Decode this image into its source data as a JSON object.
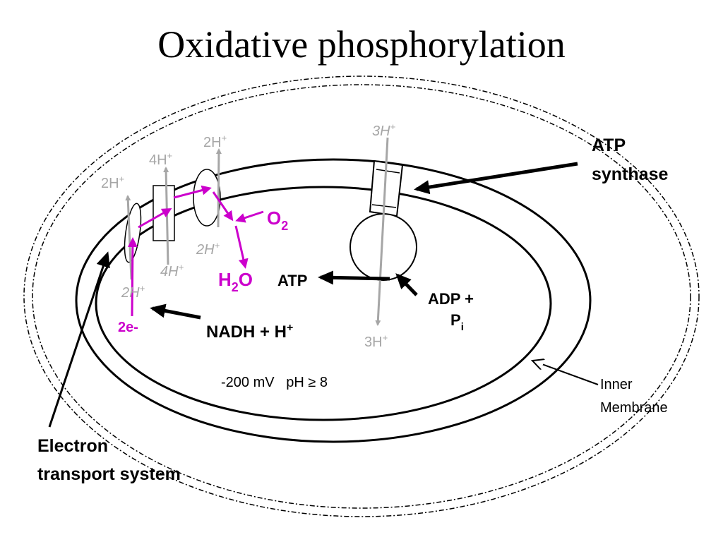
{
  "title": "Oxidative phosphorylation",
  "colors": {
    "electron_path": "#cc00cc",
    "proton_arrow": "#a6a6a6",
    "proton_label": "#a6a6a6",
    "line": "#000000",
    "background": "#ffffff"
  },
  "proton_labels": {
    "complex1_out": "2H",
    "complex3_out": "4H",
    "complex4_out": "2H",
    "synthase_out": "3H",
    "complex1_in": "2H",
    "complex3_in": "4H",
    "complex4_in": "2H",
    "synthase_in": "3H",
    "plus_superscript": "+"
  },
  "species": {
    "oxygen": "O",
    "oxygen_sub": "2",
    "water_h": "H",
    "water_sub": "2",
    "water_o": "O",
    "electrons": "2e-",
    "nadh": "NADH + H",
    "nadh_sup": "+",
    "atp": "ATP",
    "adp_line1": "ADP +",
    "adp_line2": "P",
    "adp_sub": "i"
  },
  "conditions": "-200 mV   pH ≥ 8",
  "labels": {
    "atp_synthase_line1": "ATP",
    "atp_synthase_line2": "synthase",
    "inner_membrane_line1": "Inner",
    "inner_membrane_line2": "Membrane",
    "ets_line1": "Electron",
    "ets_line2": "transport system"
  }
}
